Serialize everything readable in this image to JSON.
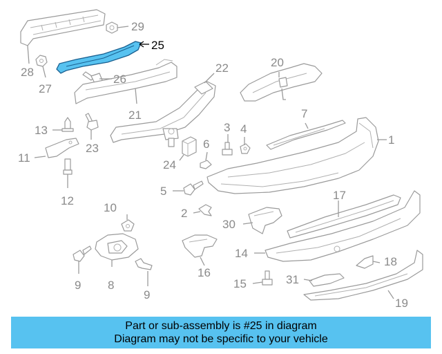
{
  "diagram": {
    "highlight_color": "#57c2f0",
    "callouts": {
      "c1": "1",
      "c2": "2",
      "c3": "3",
      "c4": "4",
      "c5": "5",
      "c6": "6",
      "c7": "7",
      "c8": "8",
      "c9a": "9",
      "c9b": "9",
      "c10": "10",
      "c11": "11",
      "c12": "12",
      "c13": "13",
      "c14": "14",
      "c15": "15",
      "c16": "16",
      "c17": "17",
      "c18": "18",
      "c19": "19",
      "c20": "20",
      "c21": "21",
      "c22": "22",
      "c23": "23",
      "c24": "24",
      "c25": "25",
      "c26": "26",
      "c27": "27",
      "c28": "28",
      "c29": "29",
      "c30": "30",
      "c31": "31"
    }
  },
  "banner": {
    "line1": "Part or sub-assembly is #25 in diagram",
    "line2": "Diagram may not be specific to your vehicle",
    "color": "#57c2f0"
  }
}
